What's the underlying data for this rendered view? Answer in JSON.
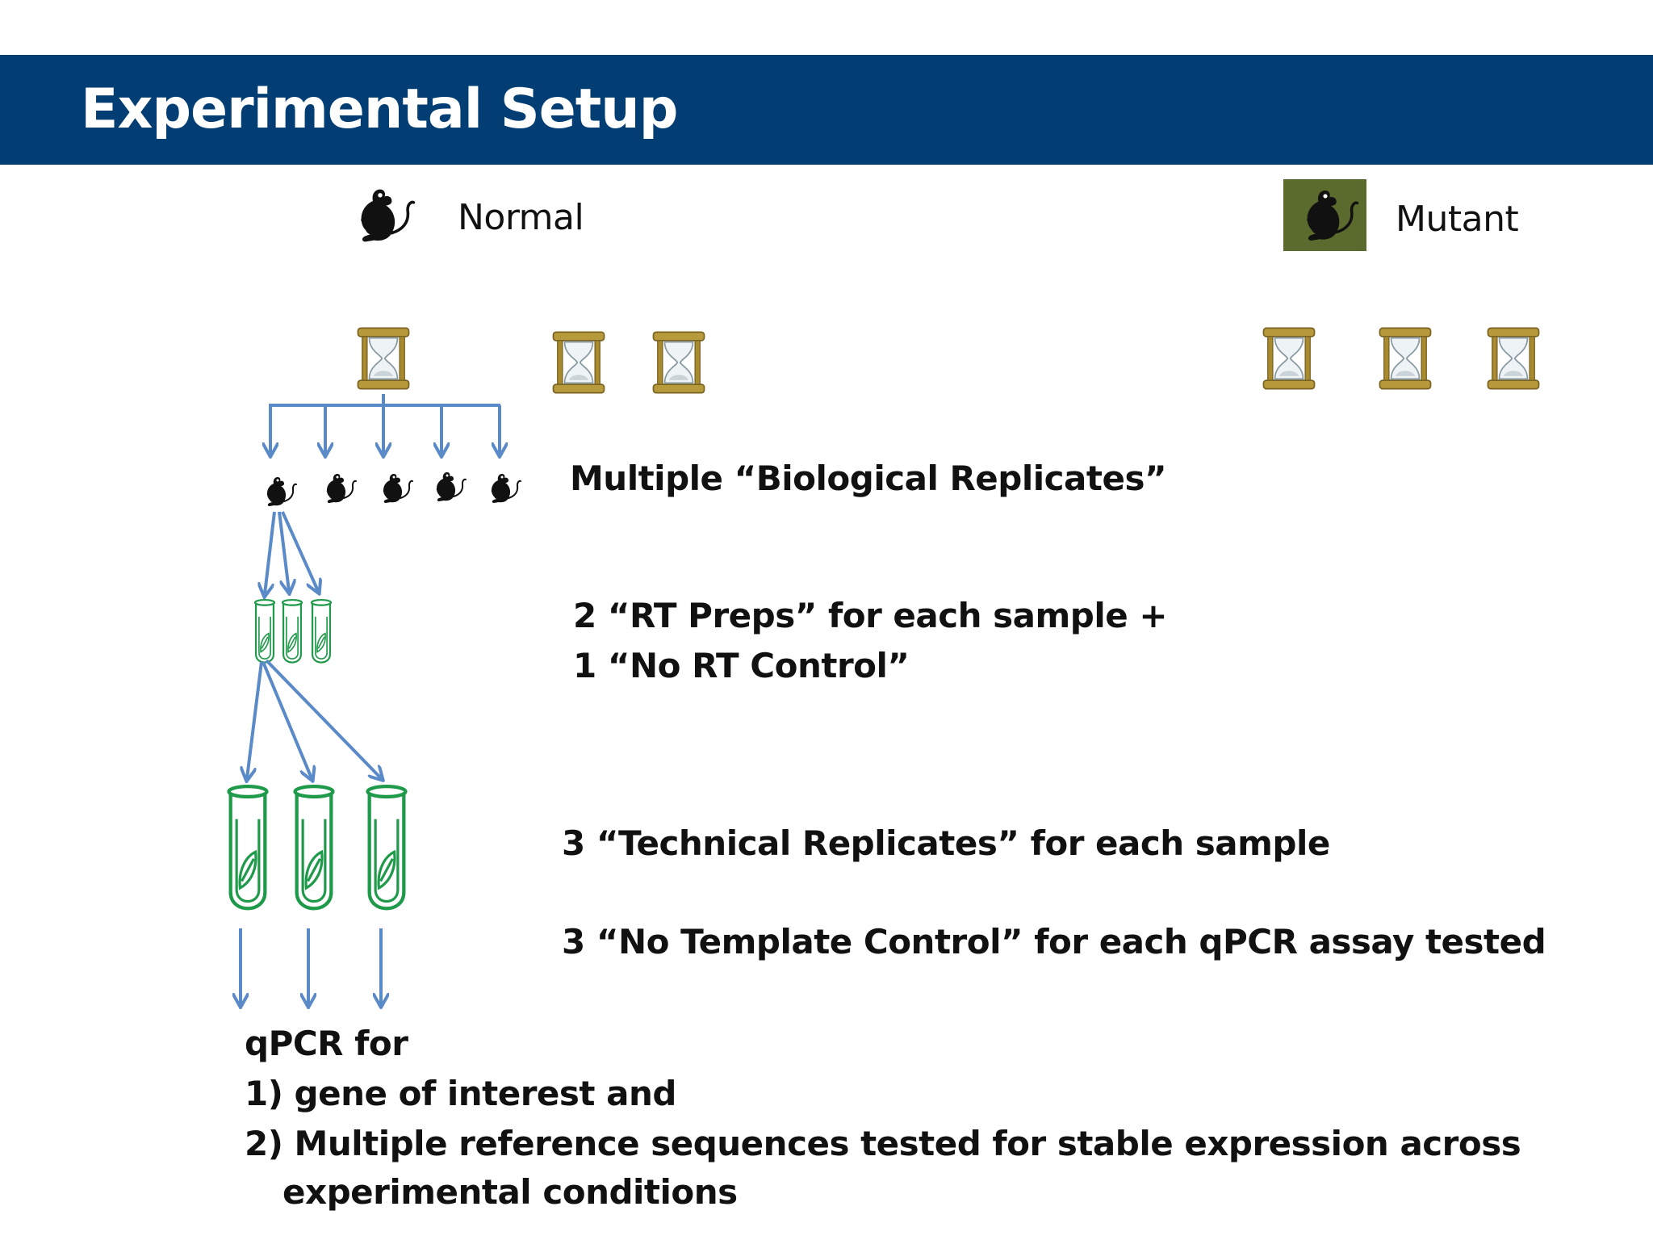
{
  "slide": {
    "title": "Experimental Setup"
  },
  "groups": {
    "normal": "Normal",
    "mutant": "Mutant"
  },
  "annotations": {
    "bio_replicates": "Multiple “Biological Replicates”",
    "rt_preps_line1": "2 “RT Preps” for each sample +",
    "rt_preps_line2": "1 “No RT Control”",
    "tech_replicates": "3 “Technical Replicates” for each sample",
    "no_template": "3 “No Template Control” for each qPCR assay tested"
  },
  "qpcr": {
    "line1": "qPCR for",
    "line2": "1) gene of interest  and",
    "line3": "2) Multiple reference sequences tested for stable expression across",
    "line4": "experimental conditions"
  },
  "icons": {
    "mouse": "mouse-icon",
    "timepoint": "hourglass-icon",
    "small_tube": "rt-tube-icon",
    "large_tube": "qpcr-tube-icon"
  },
  "colors": {
    "title_bar": "#023e74",
    "arrow": "#5b8ac8",
    "tube": "#1f9a4a",
    "mutant_bg": "#5b6b2e",
    "hourglass_frame": "#b79a3c"
  }
}
